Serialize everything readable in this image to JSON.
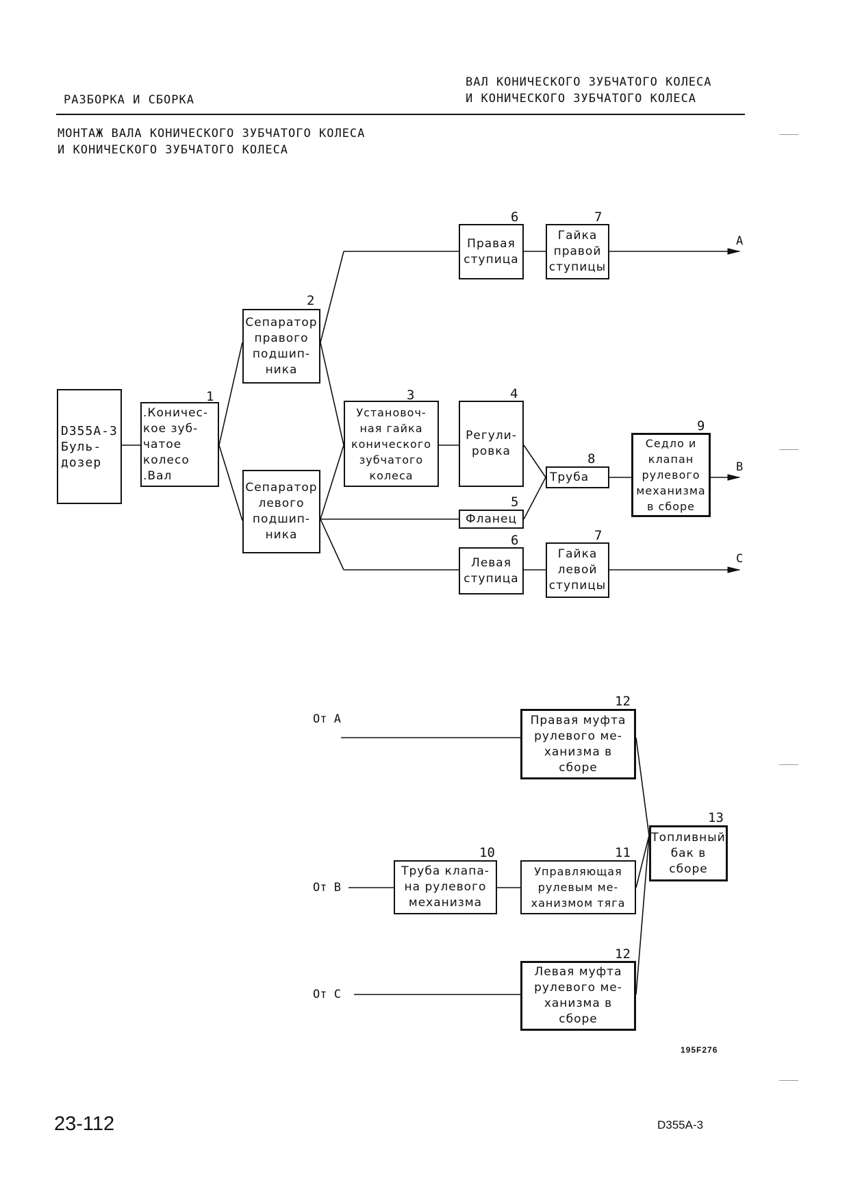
{
  "header": {
    "left": "РАЗБОРКА И СБОРКА",
    "right_line1": "ВАЛ КОНИЧЕСКОГО ЗУБЧАТОГО КОЛЕСА",
    "right_line2": "И КОНИЧЕСКОГО ЗУБЧАТОГО КОЛЕСА"
  },
  "title": {
    "line1": "МОНТАЖ ВАЛА КОНИЧЕСКОГО ЗУБЧАТОГО КОЛЕСА",
    "line2": "И КОНИЧЕСКОГО ЗУБЧАТОГО КОЛЕСА"
  },
  "diagram1": {
    "start": "D355A-3\nБуль-\nдозер",
    "box1": {
      "num": "1",
      "label": ".Коничес-\nкое зуб-\nчатое\nколесо\n.Вал"
    },
    "box2": {
      "num": "2",
      "label": "Сепаратор\nправого\nподшип-\nника"
    },
    "box_left_sep": {
      "label": "Сепаратор\nлевого\nподшип-\nника"
    },
    "box3": {
      "num": "3",
      "label": "Установоч-\nная гайка\nконического\nзубчатого\nколеса"
    },
    "box4": {
      "num": "4",
      "label": "Регули-\nровка"
    },
    "box5": {
      "num": "5",
      "label": "Фланец"
    },
    "box6_top": {
      "num": "6",
      "label": "Правая\nступица"
    },
    "box6_bottom": {
      "num": "6",
      "label": "Левая\nступица"
    },
    "box7_top": {
      "num": "7",
      "label": "Гайка\nправой\nступицы"
    },
    "box7_bottom": {
      "num": "7",
      "label": "Гайка\nлевой\nступицы"
    },
    "box8": {
      "num": "8",
      "label": "Труба"
    },
    "box9": {
      "num": "9",
      "label": "Седло и\nклапан\nрулевого\nмеханизма\nв сборе"
    },
    "out_a": "A",
    "out_b": "B",
    "out_c": "C"
  },
  "diagram2": {
    "from_a": "От А",
    "from_b": "От В",
    "from_c": "От С",
    "box10": {
      "num": "10",
      "label": "Труба клапа-\nна рулевого\nмеханизма"
    },
    "box11": {
      "num": "11",
      "label": "Управляющая\nрулевым ме-\nханизмом тяга"
    },
    "box12_top": {
      "num": "12",
      "label": "Правая муфта\nрулевого ме-\nханизма в\nсборе"
    },
    "box12_bottom": {
      "num": "12",
      "label": "Левая муфта\nрулевого ме-\nханизма в\nсборе"
    },
    "box13": {
      "num": "13",
      "label": "Топливный\nбак в\nсборе"
    }
  },
  "figure_code": "195F276",
  "footer": {
    "page": "23-112",
    "model": "D355A-3"
  }
}
